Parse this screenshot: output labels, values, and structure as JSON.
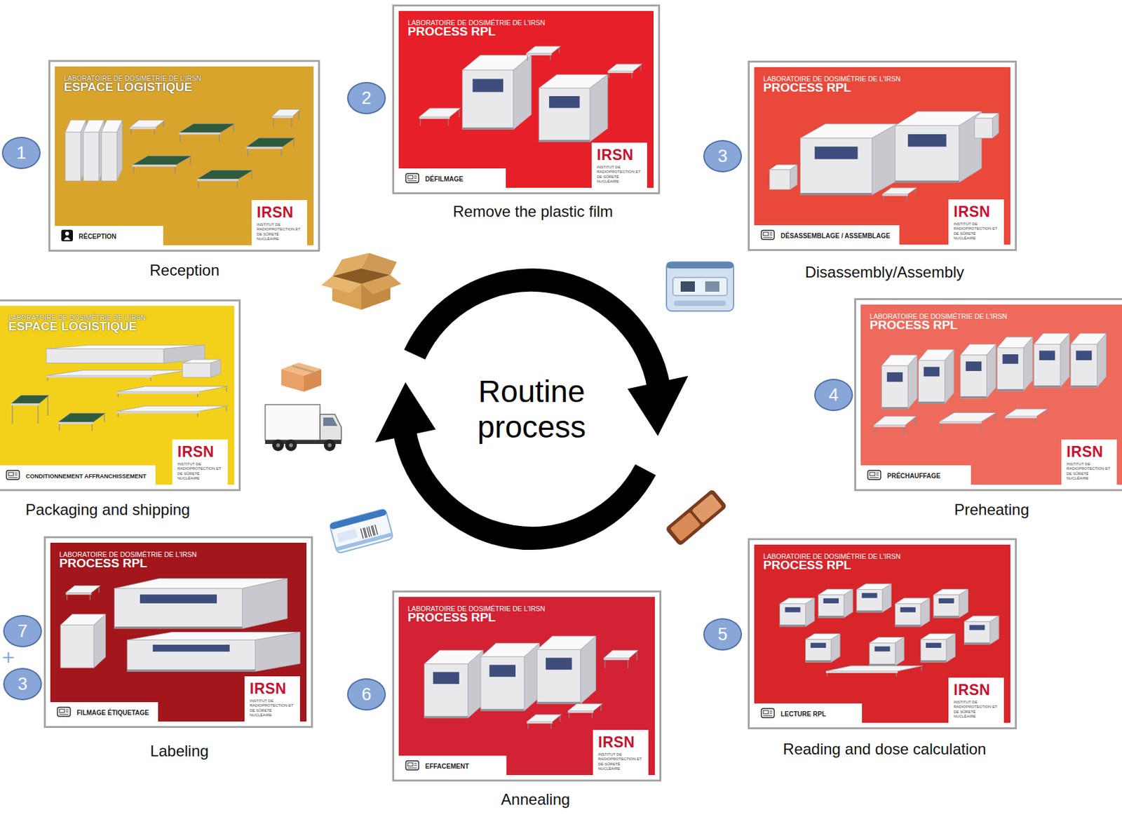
{
  "diagram": {
    "nodes": [
      {
        "text": [
          "1"
        ]
      },
      {
        "text": [
          "LABORATOIRE DE DOSIMÉTRIE DE L'IRSN",
          "ESPACE LOGISTIQUE",
          "RÉCEPTION",
          "IRSN",
          "INSTITUT DE RADIOPROTECTION ET DE SÛRETÉ NUCLÉAIRE",
          "Reception"
        ]
      },
      {
        "text": [
          "2"
        ]
      },
      {
        "text": [
          "LABORATOIRE DE DOSIMÉTRIE DE L'IRSN",
          "PROCESS RPL",
          "DÉFILMAGE",
          "IRSN",
          "INSTITUT DE RADIOPROTECTION ET DE SÛRETÉ NUCLÉAIRE",
          "Remove the plastic film"
        ]
      },
      {
        "text": [
          "3"
        ]
      },
      {
        "text": [
          "LABORATOIRE DE DOSIMÉTRIE DE L'IRSN",
          "PROCESS RPL",
          "DÉSASSEMBLAGE / ASSEMBLAGE",
          "IRSN",
          "INSTITUT DE RADIOPROTECTION ET DE SÛRETÉ NUCLÉAIRE",
          "Disassembly/Assembly"
        ]
      },
      {
        "text": [
          "4"
        ]
      },
      {
        "text": [
          "LABORATOIRE DE DOSIMÉTRIE DE L'IRSN",
          "PROCESS RPL",
          "PRÉCHAUFFAGE",
          "IRSN",
          "INSTITUT DE RADIOPROTECTION ET DE SÛRETÉ NUCLÉAIRE",
          "Preheating"
        ]
      },
      {
        "text": [
          "5"
        ]
      },
      {
        "text": [
          "LABORATOIRE DE DOSIMÉTRIE DE L'IRSN",
          "PROCESS RPL",
          "LECTURE RPL",
          "IRSN",
          "INSTITUT DE RADIOPROTECTION ET DE SÛRETÉ NUCLÉAIRE",
          "Reading and dose calculation"
        ]
      },
      {
        "text": [
          "6"
        ]
      },
      {
        "text": [
          "LABORATOIRE DE DOSIMÉTRIE DE L'IRSN",
          "PROCESS RPL",
          "EFFACEMENT",
          "IRSN",
          "INSTITUT DE RADIOPROTECTION ET DE SÛRETÉ NUCLÉAIRE",
          "Annealing"
        ]
      },
      {
        "text": [
          "7"
        ]
      },
      {
        "text": [
          "3"
        ]
      },
      {
        "text": [
          "LABORATOIRE DE DOSIMÉTRIE DE L'IRSN",
          "PROCESS RPL",
          "FILMAGE ÉTIQUETAGE",
          "IRSN",
          "INSTITUT DE RADIOPROTECTION ET DE SÛRETÉ NUCLÉAIRE",
          "Labeling"
        ]
      },
      {
        "text": [
          "LABORATOIRE DE DOSIMÉTRIE DE L'IRSN",
          "ESPACE LOGISTIQUE",
          "CONDITIONNEMENT AFFRANCHISSEMENT",
          "IRSN",
          "INSTITUT DE RADIOPROTECTION ET DE SÛRETÉ NUCLÉAIRE",
          "Packaging and shipping"
        ]
      }
    ],
    "labels": [
      "Routine process",
      "+"
    ]
  }
}
